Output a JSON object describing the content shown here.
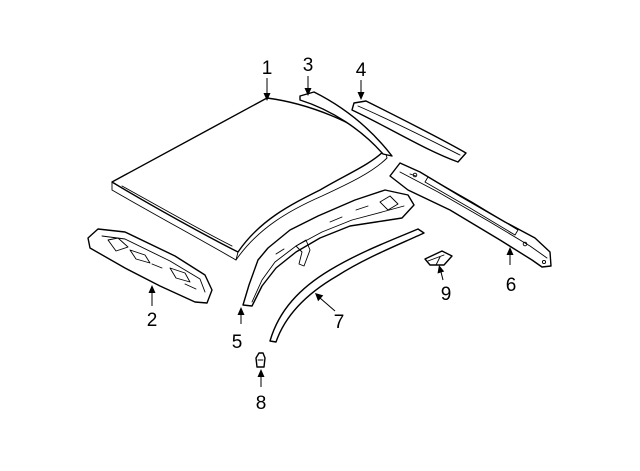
{
  "callouts": [
    {
      "number": "1"
    },
    {
      "number": "2"
    },
    {
      "number": "3"
    },
    {
      "number": "4"
    },
    {
      "number": "5"
    },
    {
      "number": "6"
    },
    {
      "number": "7"
    },
    {
      "number": "8"
    },
    {
      "number": "9"
    }
  ],
  "colors": {
    "line": "#000000",
    "background": "#ffffff"
  }
}
